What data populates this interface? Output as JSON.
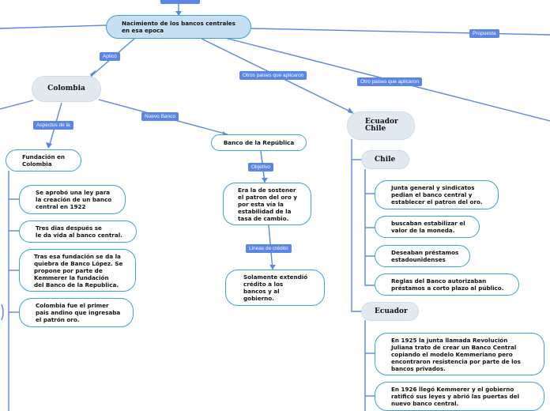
{
  "root": {
    "label": "Nacimiento de los bancos centrales\nen esa epoca"
  },
  "connectors": {
    "aplico": "Aplicó",
    "propuesta": "Propuesta",
    "otros_1": "Otros paises que aplicaron",
    "otros_2": "Otro paises que aplicaron",
    "aspectos": "Aspectos de la",
    "nuevo_banco": "Nuevo Banco",
    "objetivo": "Objetivo",
    "lineas": "Lineas de crédito"
  },
  "colombia": {
    "label": "Colombia",
    "fundacion": "Fundación en\nColombia",
    "items": [
      "Se aprobó una ley para\nla creación de un banco\ncentral en 1922",
      "Tres dias después se\nle da vida al banco central.",
      "Tras esa fundación se da la\nquiebra de Banco López. Se\n propone por parte de\nKemmerer la fundación\ndel Banco de la Republica.",
      "Colombia fue el primer\npais andino que ingresaba\nel patrón oro."
    ]
  },
  "banco_republica": {
    "label": "Banco de la República",
    "objetivo": "Era la de sostener\nel patron del oro y\npor esta vía la\nestabilidad de la\ntasa de cambio.",
    "credito": "Solamente extendió\ncrédito a los\nbancos y al\ngobierno."
  },
  "ecuador_chile": {
    "label": "Ecuador\nChile",
    "chile": {
      "label": "Chile",
      "items": [
        "Junta general y sindicatos\npedian el banco central  y\nestablecer el patron del oro.",
        "buscaban estabilizar el\nvalor de la moneda.",
        "Deseaban préstamos\nestadounidenses",
        "Reglas del Banco autorizaban\npréstamos a corto plazo al público."
      ]
    },
    "ecuador": {
      "label": "Ecuador",
      "items": [
        "En 1925 la junta llamada Revolución\nJuliana trato de crear un Banco Central\ncopiando el modelo Kemmeriano pero\nencontraron resistencia por parte de los\nbancos privados.",
        "En 1926 llegó Kemmerer y el gobierno\nratificó sus leyes y abrió las puertas del\nnuevo banco central."
      ]
    }
  }
}
